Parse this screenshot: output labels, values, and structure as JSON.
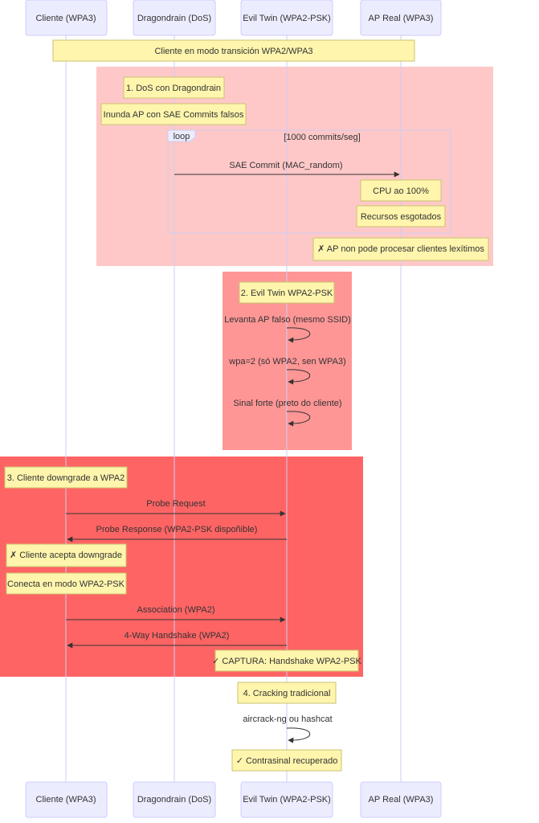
{
  "diagram": {
    "type": "sequence",
    "participants": [
      {
        "id": "cliente",
        "label": "Cliente (WPA3)"
      },
      {
        "id": "dragondrain",
        "label": "Dragondrain (DoS)"
      },
      {
        "id": "eviltwin",
        "label": "Evil Twin (WPA2-PSK)"
      },
      {
        "id": "apreal",
        "label": "AP Real (WPA3)"
      }
    ],
    "intro_note": "Cliente en modo transición WPA2/WPA3",
    "phases": [
      {
        "color": "#ffc8c8",
        "note": "1. DoS con Dragondrain",
        "sub_note": "Inunda AP con SAE Commits falsos",
        "loop": {
          "tag": "loop",
          "condition": "[1000 commits/seg]",
          "message": "SAE Commit (MAC_random)"
        },
        "notes": [
          "CPU ao 100%",
          "Recursos esgotados",
          "✗ AP non pode procesar clientes lexítimos"
        ]
      },
      {
        "color": "#ff9696",
        "note": "2. Evil Twin WPA2-PSK",
        "self_messages": [
          "Levanta AP falso (mesmo SSID)",
          "wpa=2 (só WPA2, sen WPA3)",
          "Sinal forte (preto do cliente)"
        ]
      },
      {
        "color": "#ff6464",
        "note": "3. Cliente downgrade a WPA2",
        "messages": [
          "Probe Request",
          "Probe Response (WPA2-PSK dispoñible)",
          "✗ Cliente acepta downgrade",
          "Conecta en modo WPA2-PSK",
          "Association (WPA2)",
          "4-Way Handshake (WPA2)",
          "✓ CAPTURA: Handshake WPA2-PSK"
        ]
      }
    ],
    "final": {
      "note": "4. Cracking tradicional",
      "self_message": "aircrack-ng ou hashcat",
      "result": "✓ Contrasinal recuperado"
    },
    "colors": {
      "actor_fill": "#ececff",
      "actor_stroke": "#ccccff",
      "lifeline": "#cccdf0",
      "note_fill": "#fff5ad",
      "note_stroke": "#c9c36f",
      "arrow": "#333333",
      "text": "#333333"
    }
  }
}
